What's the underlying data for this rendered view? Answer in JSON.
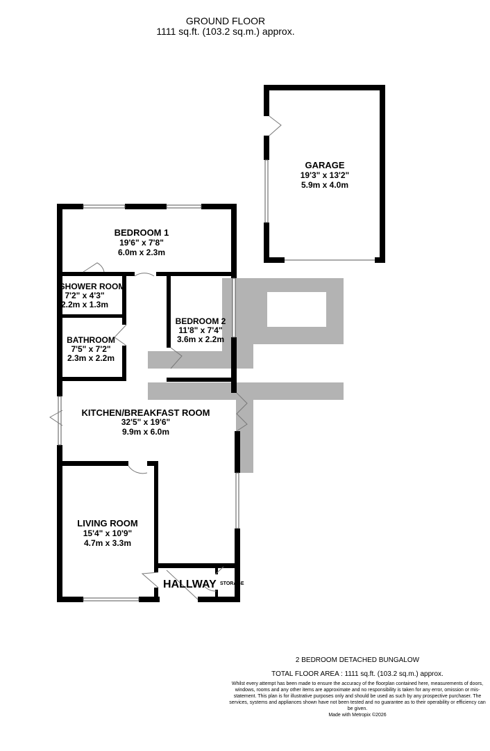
{
  "header": {
    "floor": "GROUND FLOOR",
    "area": "1111 sq.ft. (103.2 sq.m.) approx."
  },
  "rooms": [
    {
      "name": "GARAGE",
      "imperial": "19'3\"  x 13'2\"",
      "metric": "5.9m  x 4.0m"
    },
    {
      "name": "BEDROOM 1",
      "imperial": "19'6\"  x 7'8\"",
      "metric": "6.0m  x 2.3m"
    },
    {
      "name": "SHOWER ROOM",
      "imperial": "7'2\"  x 4'3\"",
      "metric": "2.2m  x 1.3m"
    },
    {
      "name": "BATHROOM",
      "imperial": "7'5\"  x 7'2\"",
      "metric": "2.3m  x 2.2m"
    },
    {
      "name": "BEDROOM 2",
      "imperial": "11'8\"  x 7'4\"",
      "metric": "3.6m  x 2.2m"
    },
    {
      "name": "KITCHEN/BREAKFAST ROOM",
      "imperial": "32'5\"  x 19'6\"",
      "metric": "9.9m  x 6.0m"
    },
    {
      "name": "LIVING ROOM",
      "imperial": "15'4\"  x 10'9\"",
      "metric": "4.7m  x 3.3m"
    },
    {
      "name": "HALLWAY"
    },
    {
      "name": "STORAGE"
    }
  ],
  "watermark": {
    "text": "JP",
    "color": "#b3b3b3"
  },
  "footer": {
    "type": "2 BEDROOM DETACHED BUNGALOW",
    "total": "TOTAL FLOOR AREA : 1111 sq.ft. (103.2 sq.m.) approx.",
    "disclaimer": "Whilst every attempt has been made to ensure the accuracy of the floorplan contained here, measurements of doors, windows, rooms and any other items are approximate and no responsibility is taken for any error, omission or mis-statement. This plan is for illustrative purposes only and should be used as such by any prospective purchaser. The services, systems and appliances shown have not been tested and no guarantee as to their operability or efficiency can be given.",
    "credit": "Made with Metropix ©2026"
  }
}
